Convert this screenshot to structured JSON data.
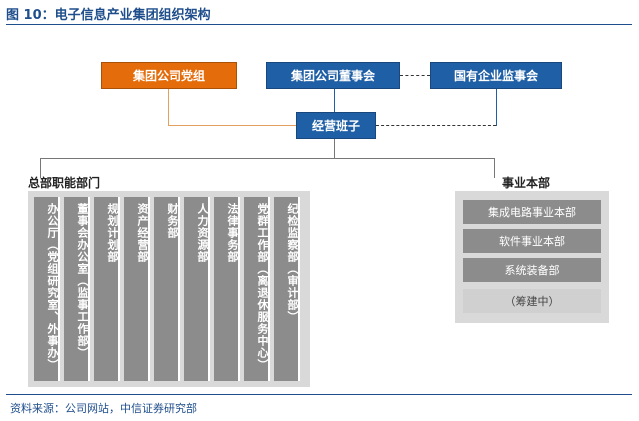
{
  "title": "图 10：电子信息产业集团组织架构",
  "source": "资料来源：公司网站，中信证券研究部",
  "top": {
    "party_group": "集团公司党组",
    "board": "集团公司董事会",
    "supervisory": "国有企业监事会",
    "management": "经营班子"
  },
  "hq_departments": {
    "label": "总部职能部门",
    "items": [
      "办公厅（党组研究室、外事办）",
      "董事会办公室（监事工作部）",
      "规划计划部",
      "资产经营部",
      "财务部",
      "人力资源部",
      "法律事务部",
      "党群工作部（离退休服务中心）",
      "纪检监察部（审计部）"
    ]
  },
  "business_divisions": {
    "label": "事业本部",
    "items": [
      "集成电路事业本部",
      "软件事业本部",
      "系统装备部",
      "（筹建中）"
    ]
  },
  "colors": {
    "orange": "#e46c0a",
    "blue": "#1f5fa6",
    "grey": "#8c8c8c"
  }
}
